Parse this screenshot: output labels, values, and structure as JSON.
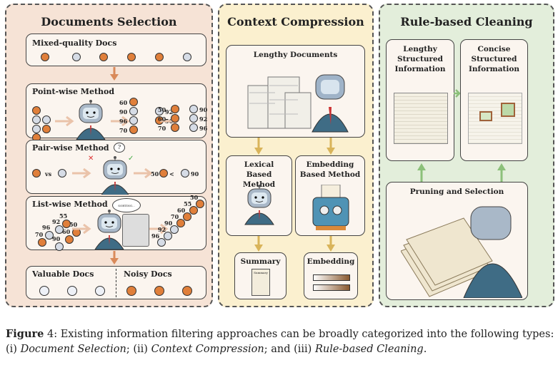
{
  "panels": {
    "documents_selection": {
      "title": "Documents Selection",
      "mixed": {
        "label": "Mixed-quality Docs",
        "dots": [
          "orange",
          "gray",
          "orange",
          "orange",
          "orange",
          "gray"
        ]
      },
      "pointwise": {
        "label": "Point-wise Method",
        "scored": [
          {
            "n": "60",
            "c": "orange"
          },
          {
            "n": "90",
            "c": "gray"
          },
          {
            "n": "92",
            "c": "gray"
          },
          {
            "n": "96",
            "c": "gray"
          },
          {
            "n": "50",
            "c": "orange"
          },
          {
            "n": "70",
            "c": "orange"
          }
        ],
        "result": [
          {
            "n": "50",
            "c": "orange"
          },
          {
            "n": "60",
            "c": "orange"
          },
          {
            "n": "70",
            "c": "orange"
          },
          {
            "n": "90",
            "c": "gray"
          },
          {
            "n": "92",
            "c": "gray"
          },
          {
            "n": "96",
            "c": "gray"
          }
        ]
      },
      "pairwise": {
        "label": "Pair-wise Method",
        "vs": "vs",
        "left": "50",
        "lt": "<",
        "right": "90",
        "bubble": "?"
      },
      "listwise": {
        "label": "List-wise Method",
        "bubble": "SORTING...",
        "input": [
          {
            "n": "55",
            "c": "orange"
          },
          {
            "n": "92",
            "c": "gray"
          },
          {
            "n": "50",
            "c": "orange"
          },
          {
            "n": "96",
            "c": "gray"
          },
          {
            "n": "60",
            "c": "orange"
          },
          {
            "n": "70",
            "c": "orange"
          },
          {
            "n": "90",
            "c": "gray"
          }
        ],
        "sorted": [
          "50",
          "55",
          "60",
          "70",
          "90",
          "92",
          "96"
        ]
      },
      "valuable": "Valuable Docs",
      "noisy": "Noisy Docs"
    },
    "context_compression": {
      "title": "Context Compression",
      "lengthy": "Lengthy Documents",
      "lexical": "Lexical Based Method",
      "embedding_method": "Embedding Based Method",
      "summary": "Summary",
      "summary_doc": "Summary",
      "embedding": "Embedding"
    },
    "rule_based_cleaning": {
      "title": "Rule-based Cleaning",
      "lengthy": "Lengthy Structured Information",
      "concise": "Concise Structured Information",
      "pruning": "Pruning and Selection"
    }
  },
  "caption": {
    "label": "Figure",
    "number": "4",
    "text1": ": Existing information filtering approaches can be broadly categorized into the following types: (i) ",
    "i1": "Document Selection",
    "text2": "; (ii) ",
    "i2": "Context Compression",
    "text3": "; and (iii) ",
    "i3": "Rule-based Cleaning",
    "text4": "."
  },
  "colors": {
    "orange": "#e07f3a",
    "gray": "#d6dce6",
    "panel1": "#f6e3d6",
    "panel2": "#fbf0cf",
    "panel3": "#e3eedb"
  }
}
